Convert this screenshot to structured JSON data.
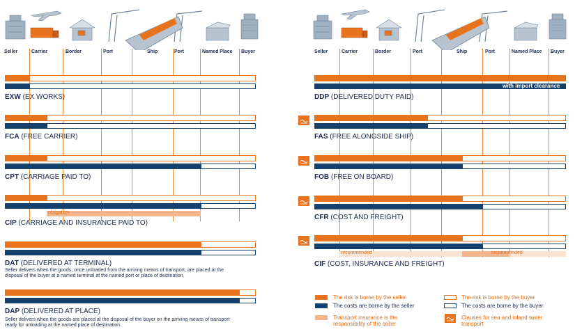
{
  "scale_left": [
    "Seller",
    "Carrier",
    "Border",
    "Port",
    "Ship",
    "Port",
    "Named Place",
    "Buyer"
  ],
  "scale_right": [
    "Seller",
    "Carrier",
    "Border",
    "Port",
    "Ship",
    "Port",
    "Named Place",
    "Buyer"
  ],
  "terms": {
    "exw": {
      "code": "EXW",
      "name": "(EX WORKS)"
    },
    "fca": {
      "code": "FCA",
      "name": "(FREE CARRIER)"
    },
    "cpt": {
      "code": "CPT",
      "name": "(CARRIAGE PAID TO)"
    },
    "cip": {
      "code": "CIP",
      "name": "(CARRIAGE AND INSURANCE PAID TO)",
      "insurance_label": "obligation"
    },
    "dat": {
      "code": "DAT",
      "name": "(DELIVERED AT TERMINAL)",
      "desc": "Seller delivers when the goods, once unloaded from the arriving means of transport, are placed at the disposal of the buyer at a named terminal at the named port or place of destination."
    },
    "dap": {
      "code": "DAP",
      "name": "(DELIVERED AT PLACE)",
      "desc": "Seller delivers when the goods are placed at the disposal of the buyer on the arriving means of transport ready for unloading at the named place of destination."
    },
    "ddp": {
      "code": "DDP",
      "name": "(DELIVERED DUTY PAID)",
      "clearance": "with import clearance"
    },
    "fas": {
      "code": "FAS",
      "name": "(FREE ALONGSIDE SHIP)"
    },
    "fob": {
      "code": "FOB",
      "name": "(FREE ON BOARD)"
    },
    "cfr": {
      "code": "CFR",
      "name": "(COST AND FREIGHT)"
    },
    "cif": {
      "code": "CIF",
      "name": "(COST, INSURANCE AND FREIGHT)",
      "insurance_label_1": "recommended",
      "insurance_label_2": "recommended"
    }
  },
  "legend": {
    "risk_seller": "The risk is borne by the seller",
    "cost_seller": "The costs are borne by the seller",
    "insurance": "Transport insurance is the responsibility of the seller",
    "risk_buyer": "The risk is borne by the buyer",
    "cost_buyer": "The costs are borne by the buyer",
    "sea": "Clauses for sea and inland water transport"
  },
  "colors": {
    "orange": "#e8731e",
    "navy": "#15406b",
    "light_orange": "#f3b58b"
  }
}
